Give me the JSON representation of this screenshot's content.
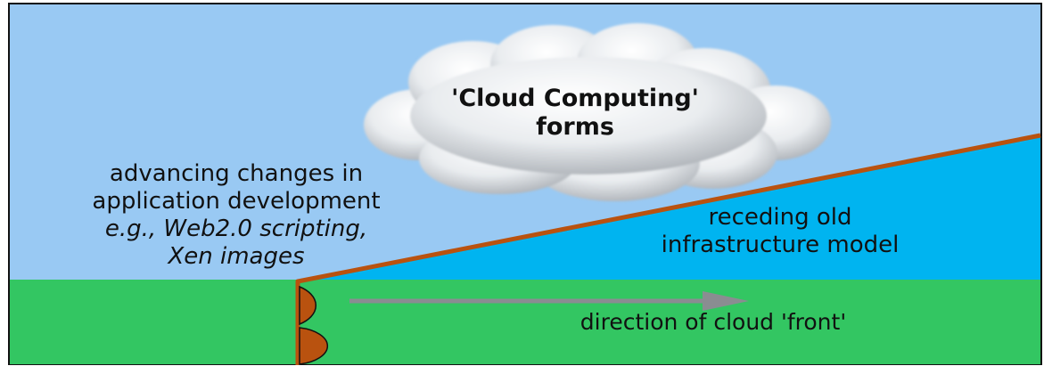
{
  "diagram": {
    "cloud_label": {
      "line1": "'Cloud Computing'",
      "line2": "forms"
    },
    "advancing_label": {
      "line1": "advancing changes in",
      "line2": "application development",
      "line3": "e.g., Web2.0 scripting,",
      "line4": "Xen images"
    },
    "receding_label": {
      "line1": "receding old",
      "line2": "infrastructure model"
    },
    "ground_label": "direction of cloud 'front'"
  },
  "colors": {
    "sky": "#99c9f3",
    "receding_wedge": "#00b4f0",
    "ground": "#33c662",
    "front_line": "#b9520f",
    "arrow": "#8a8d91",
    "text": "#111111"
  },
  "icons": [
    "cloud-icon",
    "arrow-right-icon",
    "semicircle-marker-icon"
  ]
}
